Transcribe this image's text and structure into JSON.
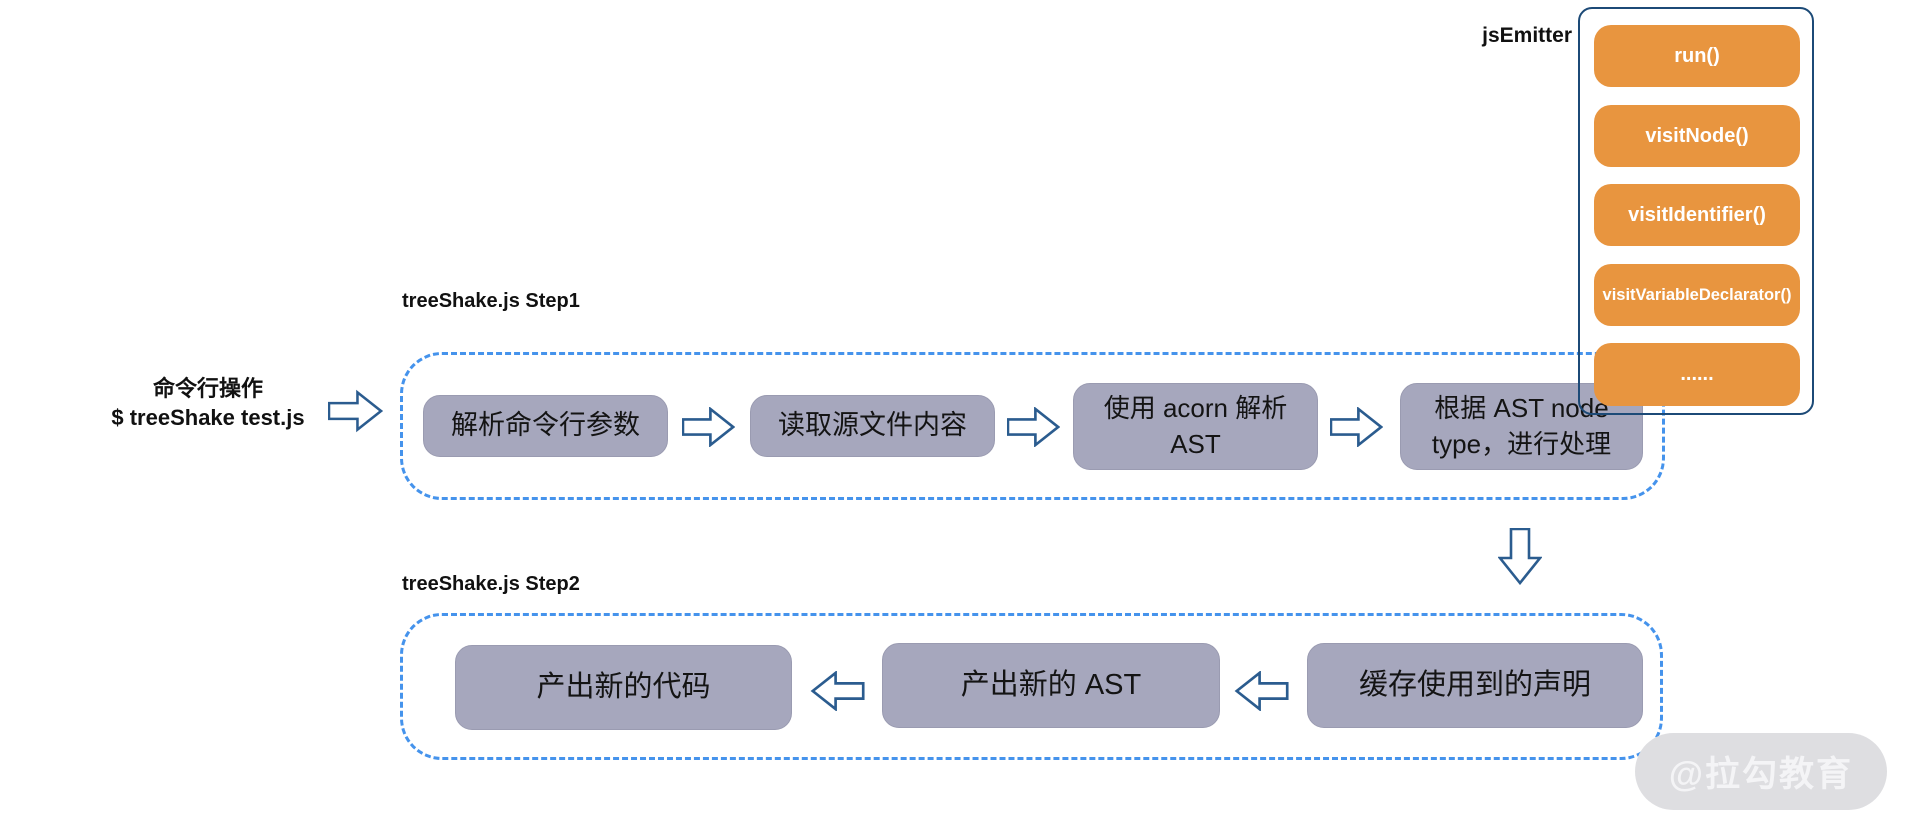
{
  "jsEmitter": {
    "title": "jsEmitter",
    "methods": [
      {
        "label": "run()"
      },
      {
        "label": "visitNode()"
      },
      {
        "label": "visitIdentifier()"
      },
      {
        "label": "visitVariableDeclarator()"
      },
      {
        "label": "......"
      }
    ]
  },
  "command": {
    "line1": "命令行操作",
    "line2": "$ treeShake test.js"
  },
  "step1": {
    "title": "treeShake.js Step1",
    "boxes": [
      {
        "label": "解析命令行参数"
      },
      {
        "label": "读取源文件内容"
      },
      {
        "label": "使用 acorn 解析 AST"
      },
      {
        "label": "根据 AST node type，进行处理"
      }
    ]
  },
  "step2": {
    "title": "treeShake.js Step2",
    "boxes": [
      {
        "label": "产出新的代码"
      },
      {
        "label": "产出新的 AST"
      },
      {
        "label": "缓存使用到的声明"
      }
    ]
  },
  "watermark": {
    "label": "@拉勾教育"
  },
  "colors": {
    "button_orange": "#e8953f",
    "panel_border_navy": "#1c4a77",
    "node_gray": "#a6a7bd",
    "dash_blue": "#4593ec",
    "arrow_outline": "#2b5c8f",
    "watermark_bg": "#dedee1"
  }
}
